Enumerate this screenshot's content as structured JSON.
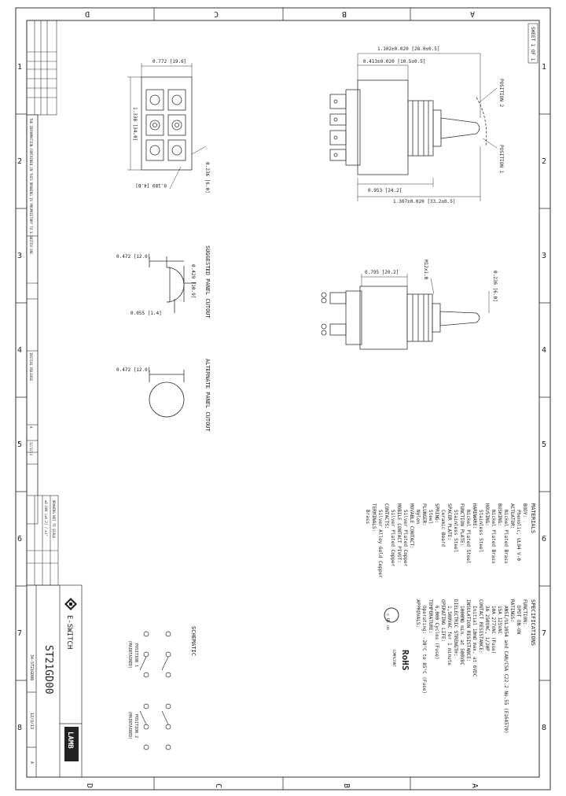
{
  "zone_letters": [
    "D",
    "C",
    "B",
    "A"
  ],
  "zone_numbers": [
    "1",
    "2",
    "3",
    "4",
    "5",
    "6",
    "7",
    "8"
  ],
  "sheet_label": "SHEET 1 OF 1",
  "dimensions": {
    "overall_length": "1.102±0.020 [28.0±0.5]",
    "bushing_length": "0.413±0.020 [10.5±0.5]",
    "depth": "0.953 [24.2]",
    "handle_length": "1.307±0.020 [33.2±0.5]",
    "width": "0.772 [19.6]",
    "height": "1.338 [34.0]",
    "terminal_spacing": "0.236 [6.0]",
    "terminal_hole": "0.189 [4.8]",
    "handle_dia": "0.236 [6.0]",
    "thread": "M12x1.0",
    "body_height": "0.795 [20.2]"
  },
  "position_labels": {
    "pos2": "POSITION 2",
    "pos1": "POSITION 1"
  },
  "cutouts": {
    "suggested_title": "SUGGESTED PANEL CUTOUT",
    "suggested_dia": "0.472 [12.0]",
    "suggested_flat": "0.429 [10.9]",
    "suggested_key": "0.055 [1.4]",
    "alternate_title": "ALTERNATE PANEL CUTOUT",
    "alternate_dia": "0.472 [12.0]"
  },
  "materials": {
    "title": "MATERIALS",
    "lines": [
      "BODY:",
      "Phenolic, UL94 V-0",
      "ACTUATOR:",
      "Nickel Plated Brass",
      "BUSHING:",
      "Nickel Plated Brass",
      "HOUSING:",
      "Stainless Steel",
      "HARDWARE:",
      "Nickel Plated Steel",
      "FUNCTION PLATE:",
      "Stainless Steel",
      "SPACER PLATE:",
      "Ceramic Board",
      "SPRING:",
      "Steel",
      "PLUNGER:",
      "Nylon",
      "MOVABLE CONTACT:",
      "Silver Plated Copper",
      "MOBILE CONTACT PIVOT:",
      "Silver Plated Copper",
      "CONTACTS:",
      "Silver Alloy Gold Copper",
      "TERMINALS:",
      "Brass"
    ]
  },
  "specifications": {
    "title": "SPECIFICATIONS",
    "lines": [
      "FUNCTION:",
      "DPDT ON-ON",
      "RATINGS:",
      "ANSI/UL1054 and CAN/CSA C22.2 No.55 (E164570)",
      "15A 125VAC",
      "10A 277VAC (Fuse)",
      "3A 250VAC, 1/2HP",
      "CONTACT RESISTANCE:",
      "Initial 10mΩ max. at 6VDC",
      "INSULATION RESISTANCE:",
      "1000MΩ min. at 500VDC",
      "DIELECTRIC STRENGTH:",
      "1,500VAC for 1 minute",
      "OPERATING LIFE:",
      "6,000 Cycles (Fuse)",
      "TEMPERATURE:",
      "Operating: -20°C to 85°C (Fuse)",
      "APPROVALS:"
    ]
  },
  "rohs": {
    "mark": "RoHS",
    "sub": "COMPLIANT"
  },
  "ul_mark": "c UL us",
  "schematic": {
    "title": "SCHEMATIC",
    "pos1_label": "POSITION 1",
    "pos1_sub": "(MAINTAINED)",
    "pos2_label": "POSITION 2",
    "pos2_sub": "(MAINTAINED)"
  },
  "title_block": {
    "company": "E-SWITCH",
    "part_number": "ST21GD00",
    "brand": "LAMB",
    "drawing_number": "34-ST21GD00",
    "date": "12/3/13",
    "rev": "A",
    "scale_note": "DRAWING NOT TO SCALE",
    "tolerance": "±0.008 [±0.2] / ±1°",
    "general_note": "THE INFORMATION CONTAINED IN THIS DRAWING IS PROPRIETARY TO E-SWITCH INC.",
    "initial_release": "INITIAL RELEASE",
    "rev_a": "A"
  }
}
